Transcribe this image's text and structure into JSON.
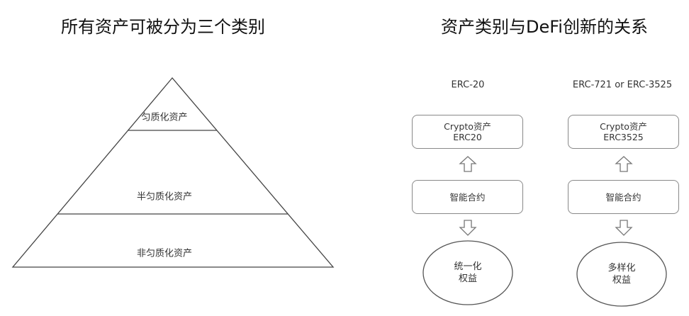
{
  "left": {
    "title": "所有资产可被分为三个类别",
    "tiers": [
      "匀质化资产",
      "半匀质化资产",
      "非匀质化资产"
    ]
  },
  "right": {
    "title": "资产类别与DeFi创新的关系",
    "columns": [
      {
        "header": "ERC-20",
        "asset_line1": "Crypto资产",
        "asset_line2": "ERC20",
        "contract": "智能合约",
        "rights_line1": "统一化",
        "rights_line2": "权益"
      },
      {
        "header": "ERC-721 or ERC-3525",
        "asset_line1": "Crypto资产",
        "asset_line2": "ERC3525",
        "contract": "智能合约",
        "rights_line1": "多样化",
        "rights_line2": "权益"
      }
    ]
  }
}
